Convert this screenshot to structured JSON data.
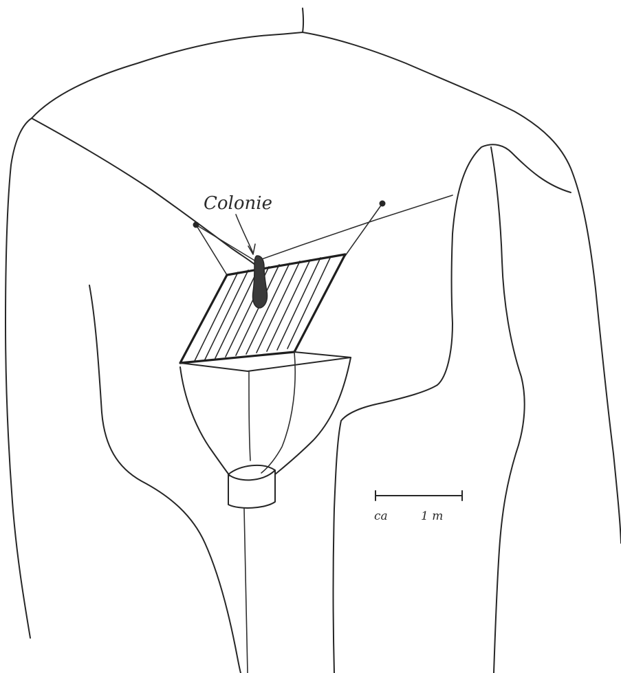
{
  "labels": {
    "colony": "Colonie",
    "scale_prefix": "ca",
    "scale_value": "1 m"
  },
  "colors": {
    "ink": "#262626",
    "paper": "#ffffff",
    "colony_fill": "#3a3a3a"
  }
}
